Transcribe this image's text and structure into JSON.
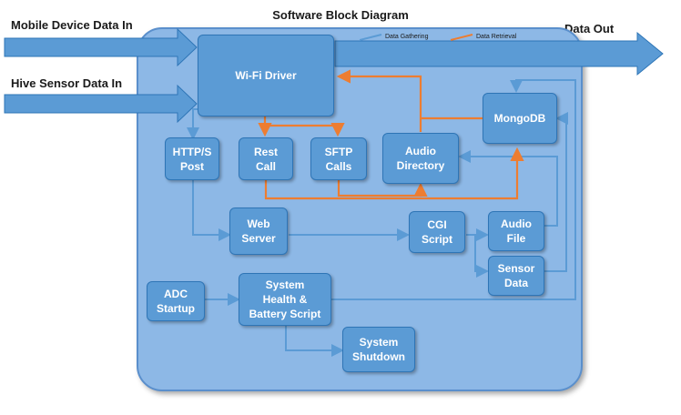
{
  "title": "Software Block Diagram",
  "inputs": {
    "mobile": "Mobile Device Data In",
    "hive": "Hive Sensor Data In"
  },
  "output": "Data Out",
  "legend": {
    "gathering": "Data Gathering",
    "retrieval": "Data Retrieval"
  },
  "colors": {
    "gathering": "#5b9bd5",
    "retrieval": "#ed7d31",
    "block": "#5b9bd5",
    "container": "#8db8e6"
  },
  "blocks": {
    "wifi": "Wi-Fi Driver",
    "mongodb": "MongoDB",
    "http": "HTTP/S\nPost",
    "rest": "Rest\nCall",
    "sftp": "SFTP\nCalls",
    "audio_dir": "Audio\nDirectory",
    "web": "Web\nServer",
    "cgi": "CGI\nScript",
    "audio_file": "Audio\nFile",
    "sensor": "Sensor\nData",
    "adc": "ADC\nStartup",
    "health": "System\nHealth &\nBattery Script",
    "shutdown": "System\nShutdown"
  }
}
